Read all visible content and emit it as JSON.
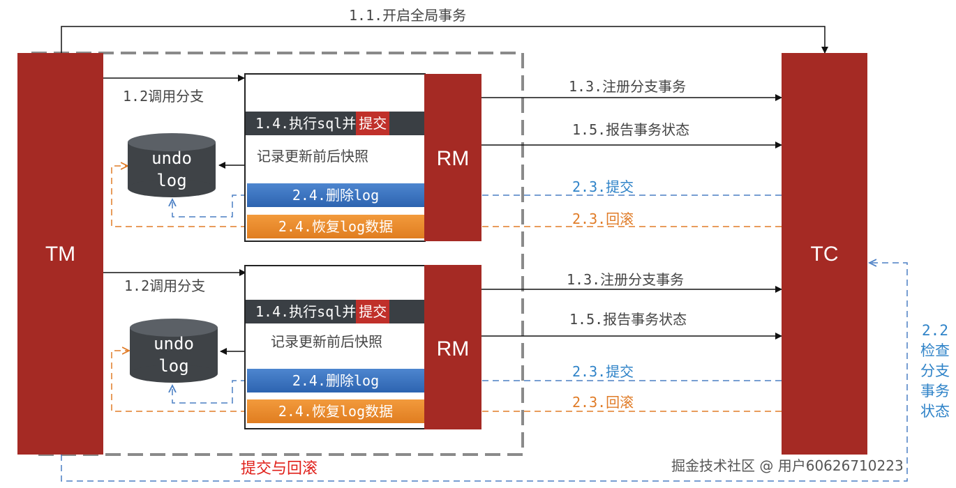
{
  "nodes": {
    "tm": "TM",
    "tc": "TC",
    "rm": "RM",
    "undo_log": [
      "undo",
      "log"
    ]
  },
  "top_arrow_label": "1.1.开启全局事务",
  "branch_top": {
    "call_branch": "1.2调用分支",
    "exec_sql_prefix": "1.4.执行sql并",
    "exec_sql_commit": "提交",
    "record_snapshot": "记录更新前后快照",
    "delete_log": "2.4.删除log",
    "restore_log": "2.4.恢复log数据",
    "register_branch": "1.3.注册分支事务",
    "report_status": "1.5.报告事务状态",
    "commit": "2.3.提交",
    "rollback": "2.3.回滚"
  },
  "branch_bottom": {
    "call_branch": "1.2调用分支",
    "exec_sql_prefix": "1.4.执行sql并",
    "exec_sql_commit": "提交",
    "record_snapshot": "记录更新前后快照",
    "delete_log": "2.4.删除log",
    "restore_log": "2.4.恢复log数据",
    "register_branch": "1.3.注册分支事务",
    "report_status": "1.5.报告事务状态",
    "commit": "2.3.提交",
    "rollback": "2.3.回滚"
  },
  "check_status": [
    "2.2",
    "检查",
    "分支",
    "事务",
    "状态"
  ],
  "caption": "提交与回滚",
  "watermark": "掘金技术社区 @ 用户60626710223",
  "colors": {
    "red": "#a52a24",
    "blue": "#2f83c8",
    "orange": "#e07b26",
    "dark": "#3a3f44"
  }
}
